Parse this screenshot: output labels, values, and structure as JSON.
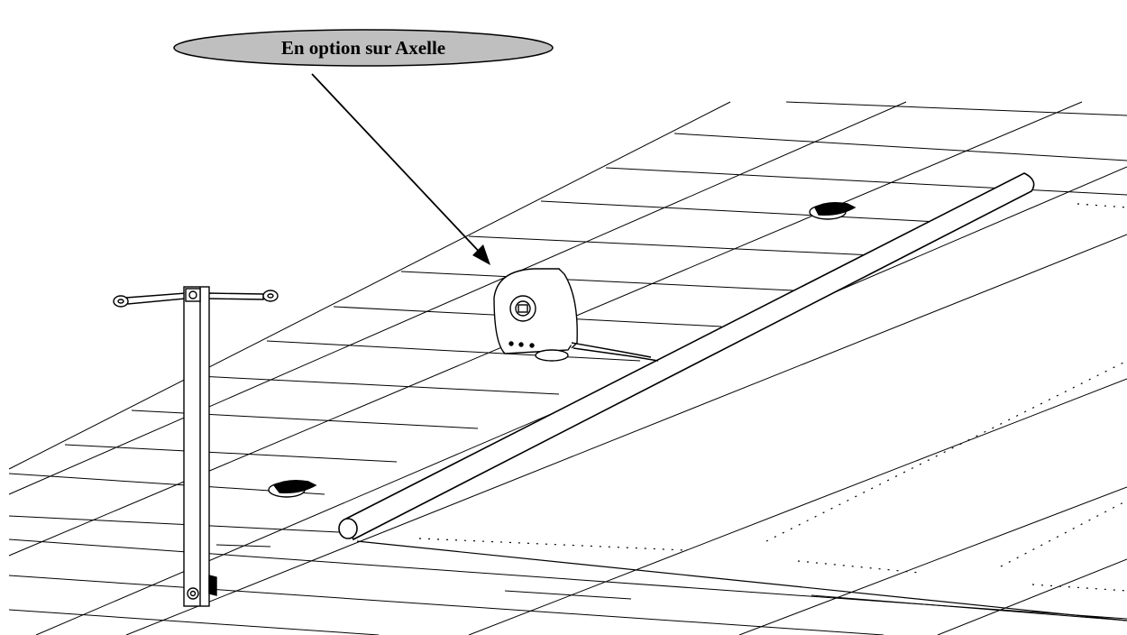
{
  "callout": {
    "label": "En option sur Axelle",
    "fill_color": "#bfbfbf"
  },
  "components": {
    "tiled_deck": "tiled-deck",
    "roller_tube": "roller-tube",
    "motor_housing": "motor-housing",
    "crank_handle_post": "crank-handle-post",
    "strap_fasteners": "strap-fastener"
  },
  "colors": {
    "line": "#000000",
    "background": "#ffffff"
  }
}
